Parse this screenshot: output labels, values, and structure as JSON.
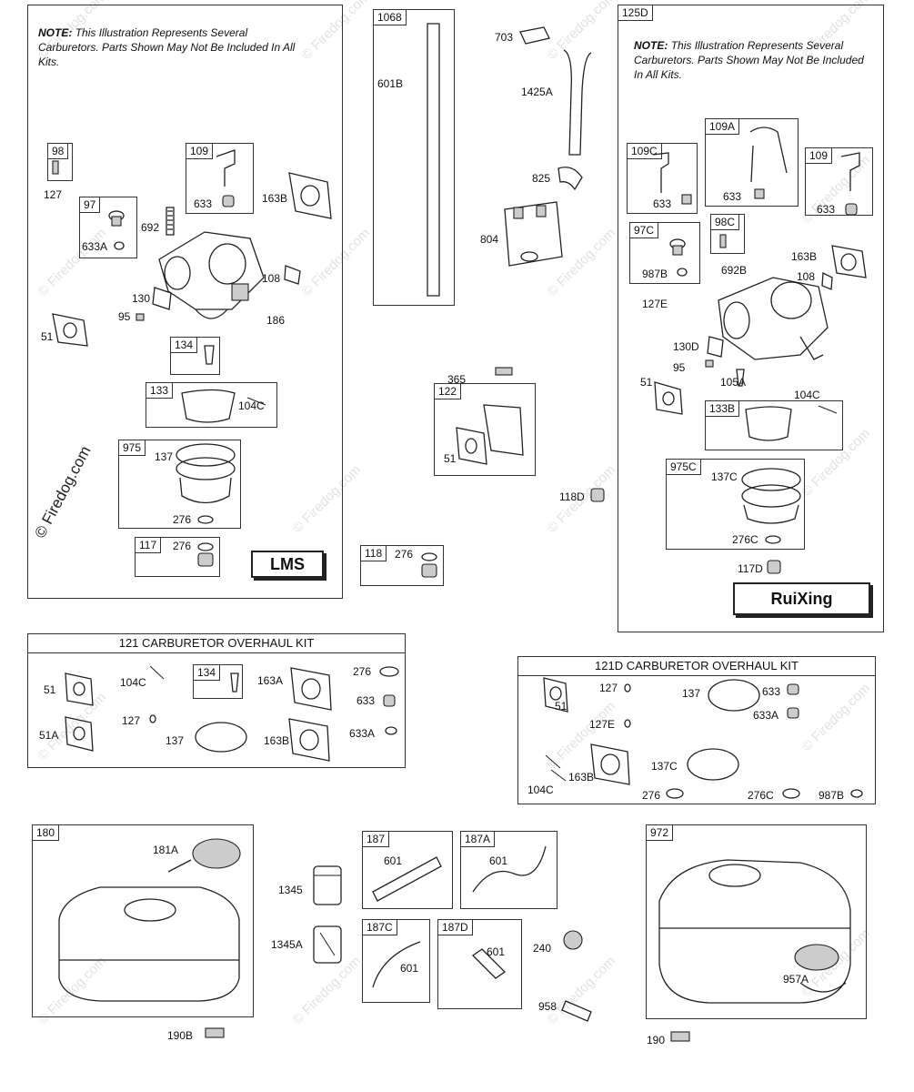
{
  "watermark": "© Firedog.com",
  "copyright": "© Firedog.com",
  "notes": {
    "left": {
      "label": "NOTE:",
      "text": "This Illustration Represents Several Carburetors. Parts Shown May Not Be Included In All Kits."
    },
    "right": {
      "label": "NOTE:",
      "text": "This Illustration Represents Several Carburetors. Parts Shown May Not Be Included In All Kits."
    }
  },
  "brands": {
    "lms": "LMS",
    "ruixing": "RuiXing"
  },
  "kits": {
    "k121": "121 CARBURETOR OVERHAUL KIT",
    "k121d": "121D CARBURETOR OVERHAUL KIT"
  },
  "boxes": {
    "b98": "98",
    "b109": "109",
    "b97": "97",
    "b134": "134",
    "b133": "133",
    "b975": "975",
    "b117": "117",
    "b1068": "1068",
    "b122": "122",
    "b118": "118",
    "b125d": "125D",
    "b109c": "109C",
    "b109a": "109A",
    "b109r": "109",
    "b97c": "97C",
    "b98c": "98C",
    "b133b": "133B",
    "b975c": "975C",
    "b134k": "134",
    "b180": "180",
    "b187": "187",
    "b187a": "187A",
    "b187c": "187C",
    "b187d": "187D",
    "b972": "972"
  },
  "labels": {
    "l127": "127",
    "l692": "692",
    "l633a": "633A",
    "l633": "633",
    "l163b": "163B",
    "l108": "108",
    "l130": "130",
    "l95": "95",
    "l186": "186",
    "l51": "51",
    "l104c": "104C",
    "l137": "137",
    "l276": "276",
    "l276b": "276",
    "l601b": "601B",
    "l703": "703",
    "l1425a": "1425A",
    "l825": "825",
    "l804": "804",
    "l365": "365",
    "l51b": "51",
    "l276c": "276",
    "l118d": "118D",
    "r109c633": "633",
    "r109a633": "633",
    "r109633": "633",
    "r987b": "987B",
    "r692b": "692B",
    "r163b": "163B",
    "r108": "108",
    "r127e": "127E",
    "r130d": "130D",
    "r95": "95",
    "r105a": "105A",
    "r51": "51",
    "r104c": "104C",
    "r137c": "137C",
    "r276c": "276C",
    "r117d": "117D",
    "k51": "51",
    "k51a": "51A",
    "k104c": "104C",
    "k127": "127",
    "k163a": "163A",
    "k163b": "163B",
    "k137": "137",
    "k276": "276",
    "k633": "633",
    "k633a": "633A",
    "d51": "51",
    "d127": "127",
    "d127e": "127E",
    "d137": "137",
    "d633": "633",
    "d633a": "633A",
    "d104c": "104C",
    "d163b": "163B",
    "d137c": "137C",
    "d276": "276",
    "d276c": "276C",
    "d987b": "987B",
    "t181a": "181A",
    "t190b": "190B",
    "t1345": "1345",
    "t1345a": "1345A",
    "t601": "601",
    "t601a": "601",
    "t601c": "601",
    "t601d": "601",
    "t240": "240",
    "t958": "958",
    "t957a": "957A",
    "t190": "190"
  },
  "icons": [
    "carburetor-icon",
    "fuel-tank-icon",
    "gasket-icon",
    "spring-icon",
    "screw-icon",
    "hose-icon",
    "filter-icon",
    "fuel-cap-icon",
    "valve-icon"
  ]
}
